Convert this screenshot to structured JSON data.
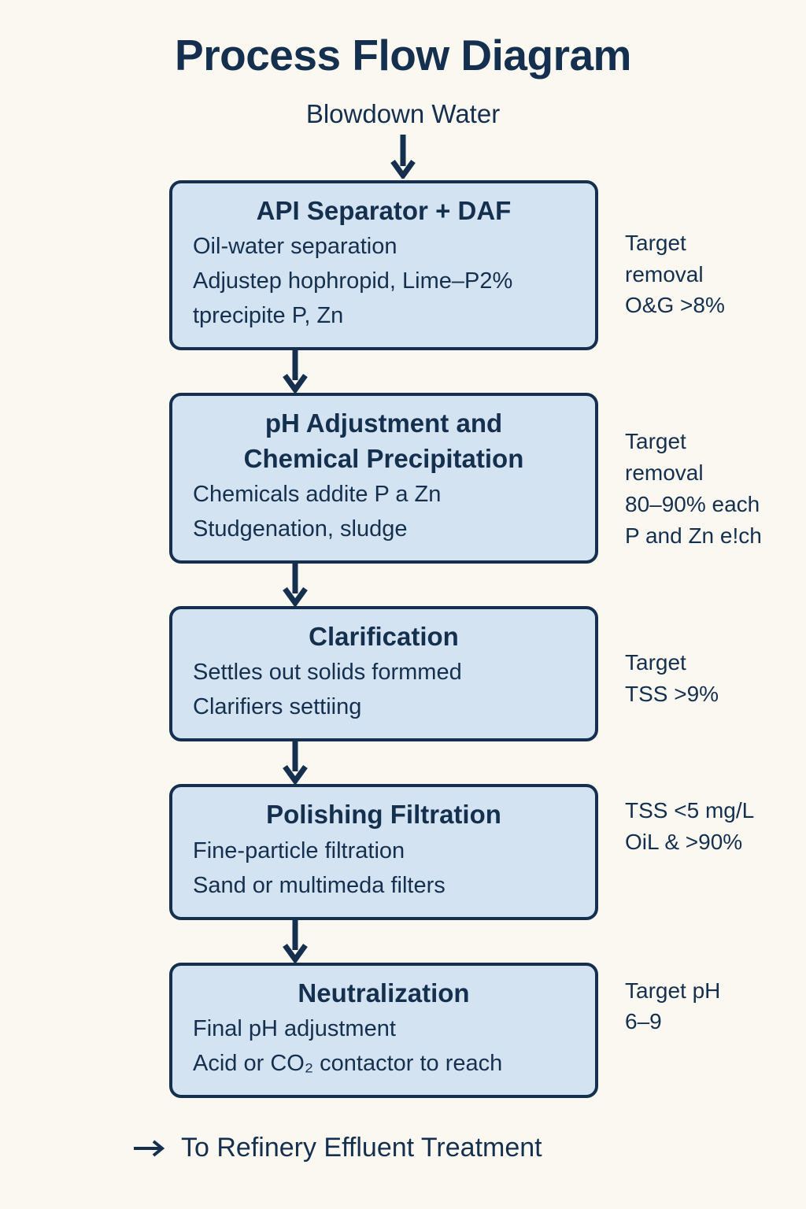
{
  "header": {
    "title": "Process Flow Diagram",
    "inlet_label": "Blowdown Water"
  },
  "colors": {
    "background": "#fbf8f2",
    "box_fill": "#d3e3f1",
    "ink": "#15304e"
  },
  "flow": {
    "steps": [
      {
        "title": "API Separator + DAF",
        "lines": [
          "Oil-water separation",
          "Adjustep hophropid, Lime–P2%",
          "tprecipite P, Zn"
        ],
        "note_lines": [
          "Target",
          "removal",
          "O&G >8%"
        ]
      },
      {
        "title": "pH Adjustment and Chemical Precipitation",
        "title_line_1": "pH Adjustment and",
        "title_line_2": "Chemical Precipitation",
        "lines": [
          "Chemicals addite P a Zn",
          "Studgenation, sludge"
        ],
        "note_lines": [
          "Target",
          "removal",
          "80–90% each",
          "P and Zn e!ch"
        ]
      },
      {
        "title": "Clarification",
        "lines": [
          "Settles out solids formmed",
          "Clarifiers settiing"
        ],
        "note_lines": [
          "Target",
          "TSS >9%"
        ]
      },
      {
        "title": "Polishing Filtration",
        "lines": [
          "Fine-particle filtration",
          "Sand or multimeda filters"
        ],
        "note_lines": [
          "TSS <5 mg/L",
          "OiL & >90%"
        ]
      },
      {
        "title": "Neutralization",
        "lines": [
          "Final pH adjustment",
          "Acid or CO₂ contactor to reach"
        ],
        "note_lines": [
          "Target pH",
          "6–9"
        ]
      }
    ]
  },
  "footer": {
    "text": "To Refinery Effluent Treatment",
    "arrow_glyph": "→"
  }
}
